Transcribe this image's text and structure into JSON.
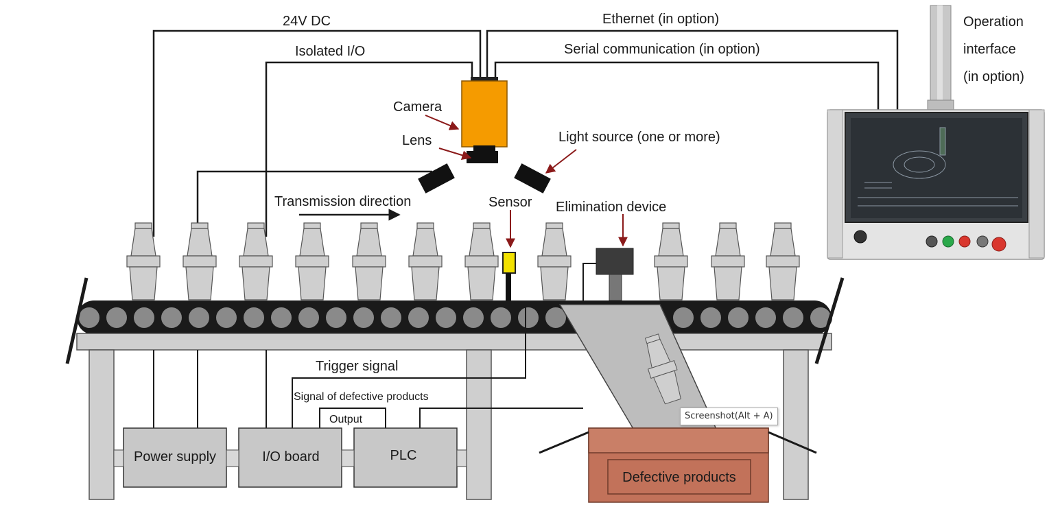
{
  "labels": {
    "dc24v": "24V DC",
    "isolated_io": "Isolated I/O",
    "ethernet": "Ethernet (in option)",
    "serial": "Serial communication (in option)",
    "operation_interface_line1": "Operation",
    "operation_interface_line2": "interface",
    "operation_interface_line3": "(in option)",
    "camera": "Camera",
    "lens": "Lens",
    "light_source": "Light source (one or more)",
    "transmission_direction": "Transmission direction",
    "sensor": "Sensor",
    "elimination_device": "Elimination device",
    "trigger_signal": "Trigger signal",
    "defective_signal": "Signal of defective products",
    "output": "Output",
    "power_supply": "Power supply",
    "io_board": "I/O board",
    "plc": "PLC",
    "defective_products": "Defective products"
  },
  "tooltip": "Screenshot(Alt + A)",
  "colors": {
    "camera": "#f59b00",
    "sensor": "#f2e100",
    "box": "#c2725a",
    "component": "#c6c6c6",
    "arrow": "#8b1a1a",
    "wire": "#1a1a1a"
  }
}
